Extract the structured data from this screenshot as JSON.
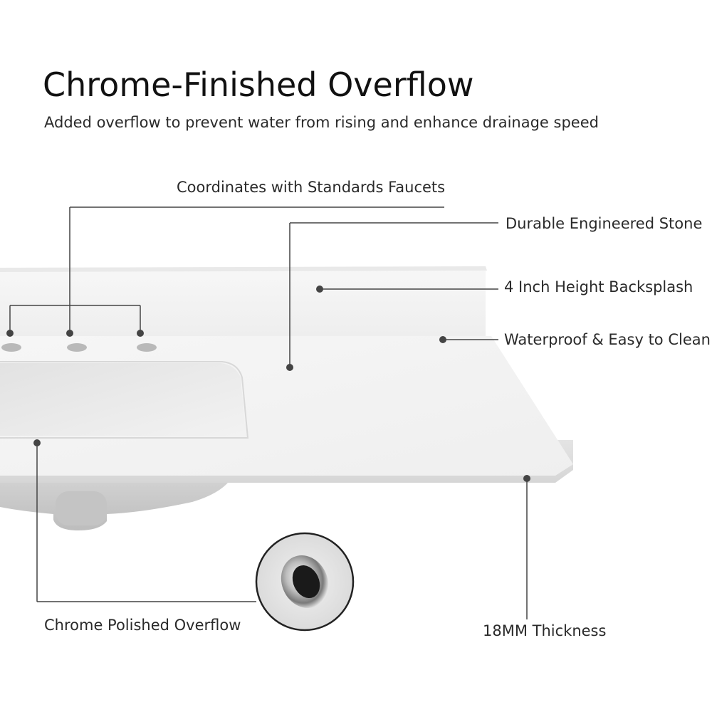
{
  "header": {
    "title": "Chrome-Finished Overflow",
    "subtitle": "Added overflow to prevent water from rising and enhance drainage speed"
  },
  "callouts": {
    "faucets": "Coordinates with Standards Faucets",
    "stone": "Durable Engineered Stone",
    "backsplash": "4 Inch Height Backsplash",
    "clean": "Waterproof & Easy to Clean",
    "overflow": "Chrome Polished Overflow",
    "thickness": "18MM Thickness"
  },
  "colors": {
    "background": "#ffffff",
    "text": "#222222",
    "leader_line": "#444444",
    "stone_white": "#f4f4f4",
    "chrome": "#c8c8c8"
  }
}
